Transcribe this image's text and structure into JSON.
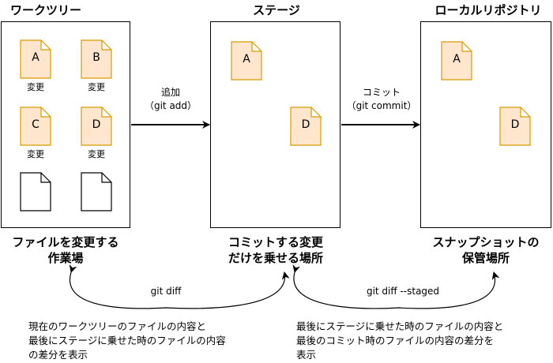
{
  "colors": {
    "file_fill": "#FFE6CC",
    "file_stroke": "#D79B00",
    "line": "#000000"
  },
  "titles": {
    "worktree": "ワークツリー",
    "stage": "ステージ",
    "repo": "ローカルリポジトリ"
  },
  "files": {
    "worktree": [
      {
        "letter": "A",
        "under": "変更"
      },
      {
        "letter": "B",
        "under": "変更"
      },
      {
        "letter": "C",
        "under": "変更"
      },
      {
        "letter": "D",
        "under": "変更"
      },
      {
        "letter": "",
        "under": ""
      },
      {
        "letter": "",
        "under": ""
      }
    ],
    "stage": [
      {
        "letter": "A"
      },
      {
        "letter": "D"
      }
    ],
    "repo": [
      {
        "letter": "A"
      },
      {
        "letter": "D"
      }
    ]
  },
  "arrows": {
    "add": {
      "line1": "追加",
      "line2": "（git add）"
    },
    "commit": {
      "line1": "コミット",
      "line2": "（git commit）"
    }
  },
  "captions": {
    "worktree": [
      "ファイルを変更する",
      "作業場"
    ],
    "stage": [
      "コミットする変更",
      "だけを乗せる場所"
    ],
    "repo": [
      "スナップショットの",
      "保管場所"
    ]
  },
  "diff": {
    "unstaged": {
      "label": "git diff",
      "note": [
        "現在のワークツリーのファイルの内容と",
        "最後にステージに乗せた時のファイルの内容",
        "の差分を表示"
      ]
    },
    "staged": {
      "label": "git diff --staged",
      "note": [
        "最後にステージに乗せた時のファイルの内容と",
        "最後のコミット時のファイルの内容の差分を",
        "表示"
      ]
    }
  }
}
